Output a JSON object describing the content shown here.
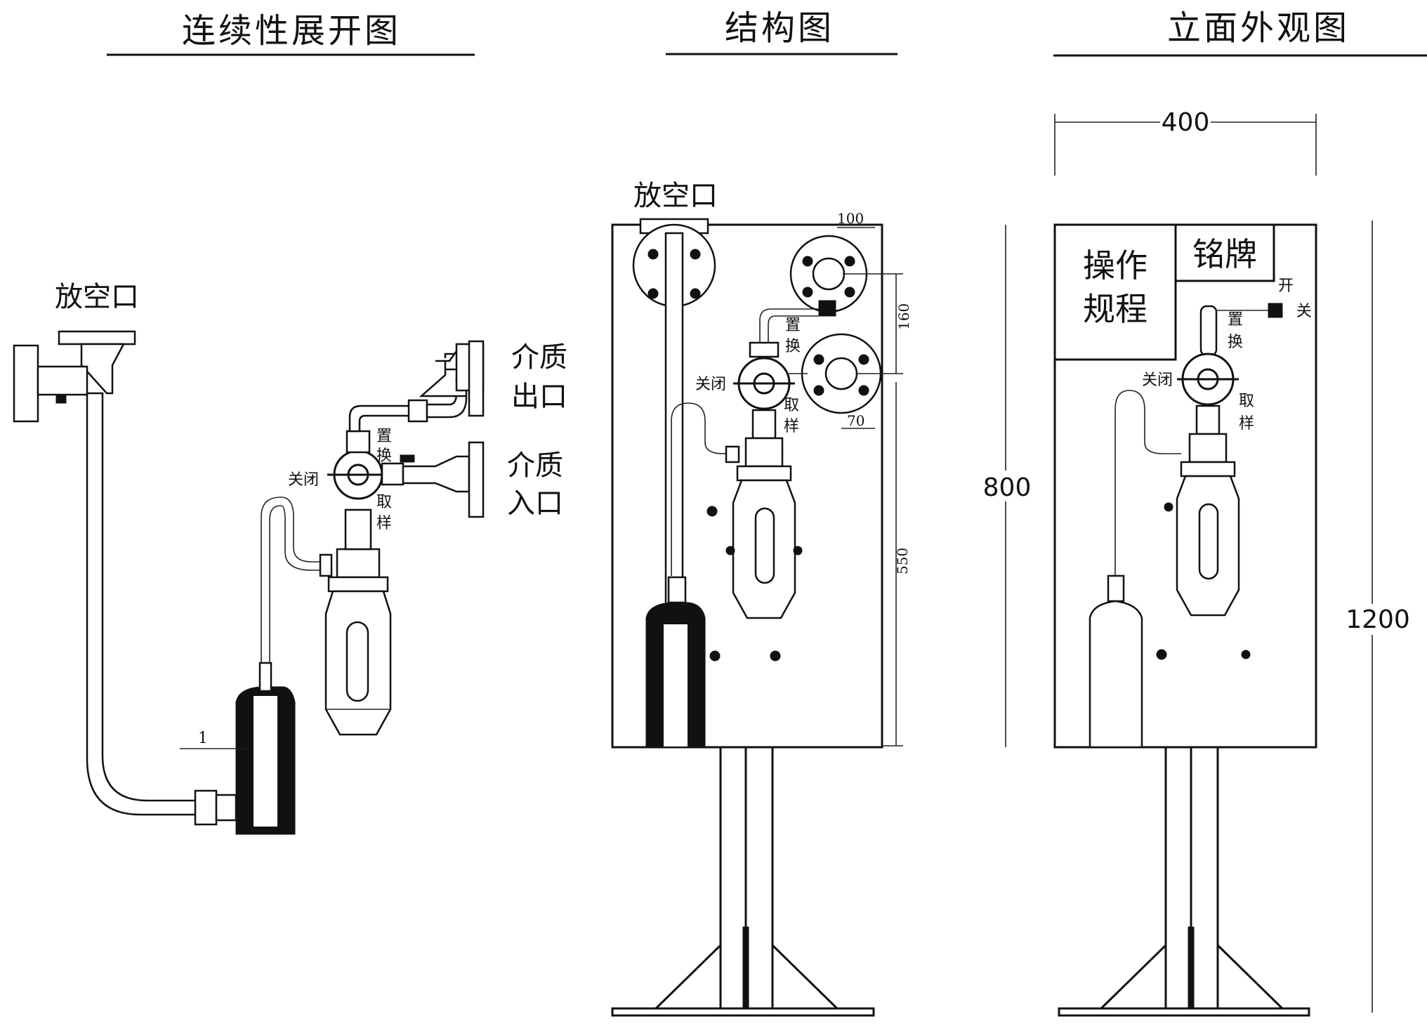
{
  "panels": {
    "expanded": {
      "title": "连续性展开图"
    },
    "structure": {
      "title": "结构图"
    },
    "elevation": {
      "title": "立面外观图"
    }
  },
  "labels": {
    "vent": "放空口",
    "medium_outlet": [
      "介质",
      "出口"
    ],
    "medium_inlet": [
      "介质",
      "入口"
    ],
    "purge": [
      "置",
      "换"
    ],
    "close": "关闭",
    "sample": [
      "取",
      "样"
    ],
    "part_number": "1",
    "operating_procedure": [
      "操作",
      "规程"
    ],
    "nameplate": "铭牌",
    "open": [
      "开",
      "关"
    ]
  },
  "dimensions": {
    "d100": "100",
    "d160": "160",
    "d70": "70",
    "d550": "550",
    "d400": "400",
    "d800": "800",
    "d1200": "1200"
  },
  "colors": {
    "ink": "#111111",
    "paper": "#ffffff"
  }
}
